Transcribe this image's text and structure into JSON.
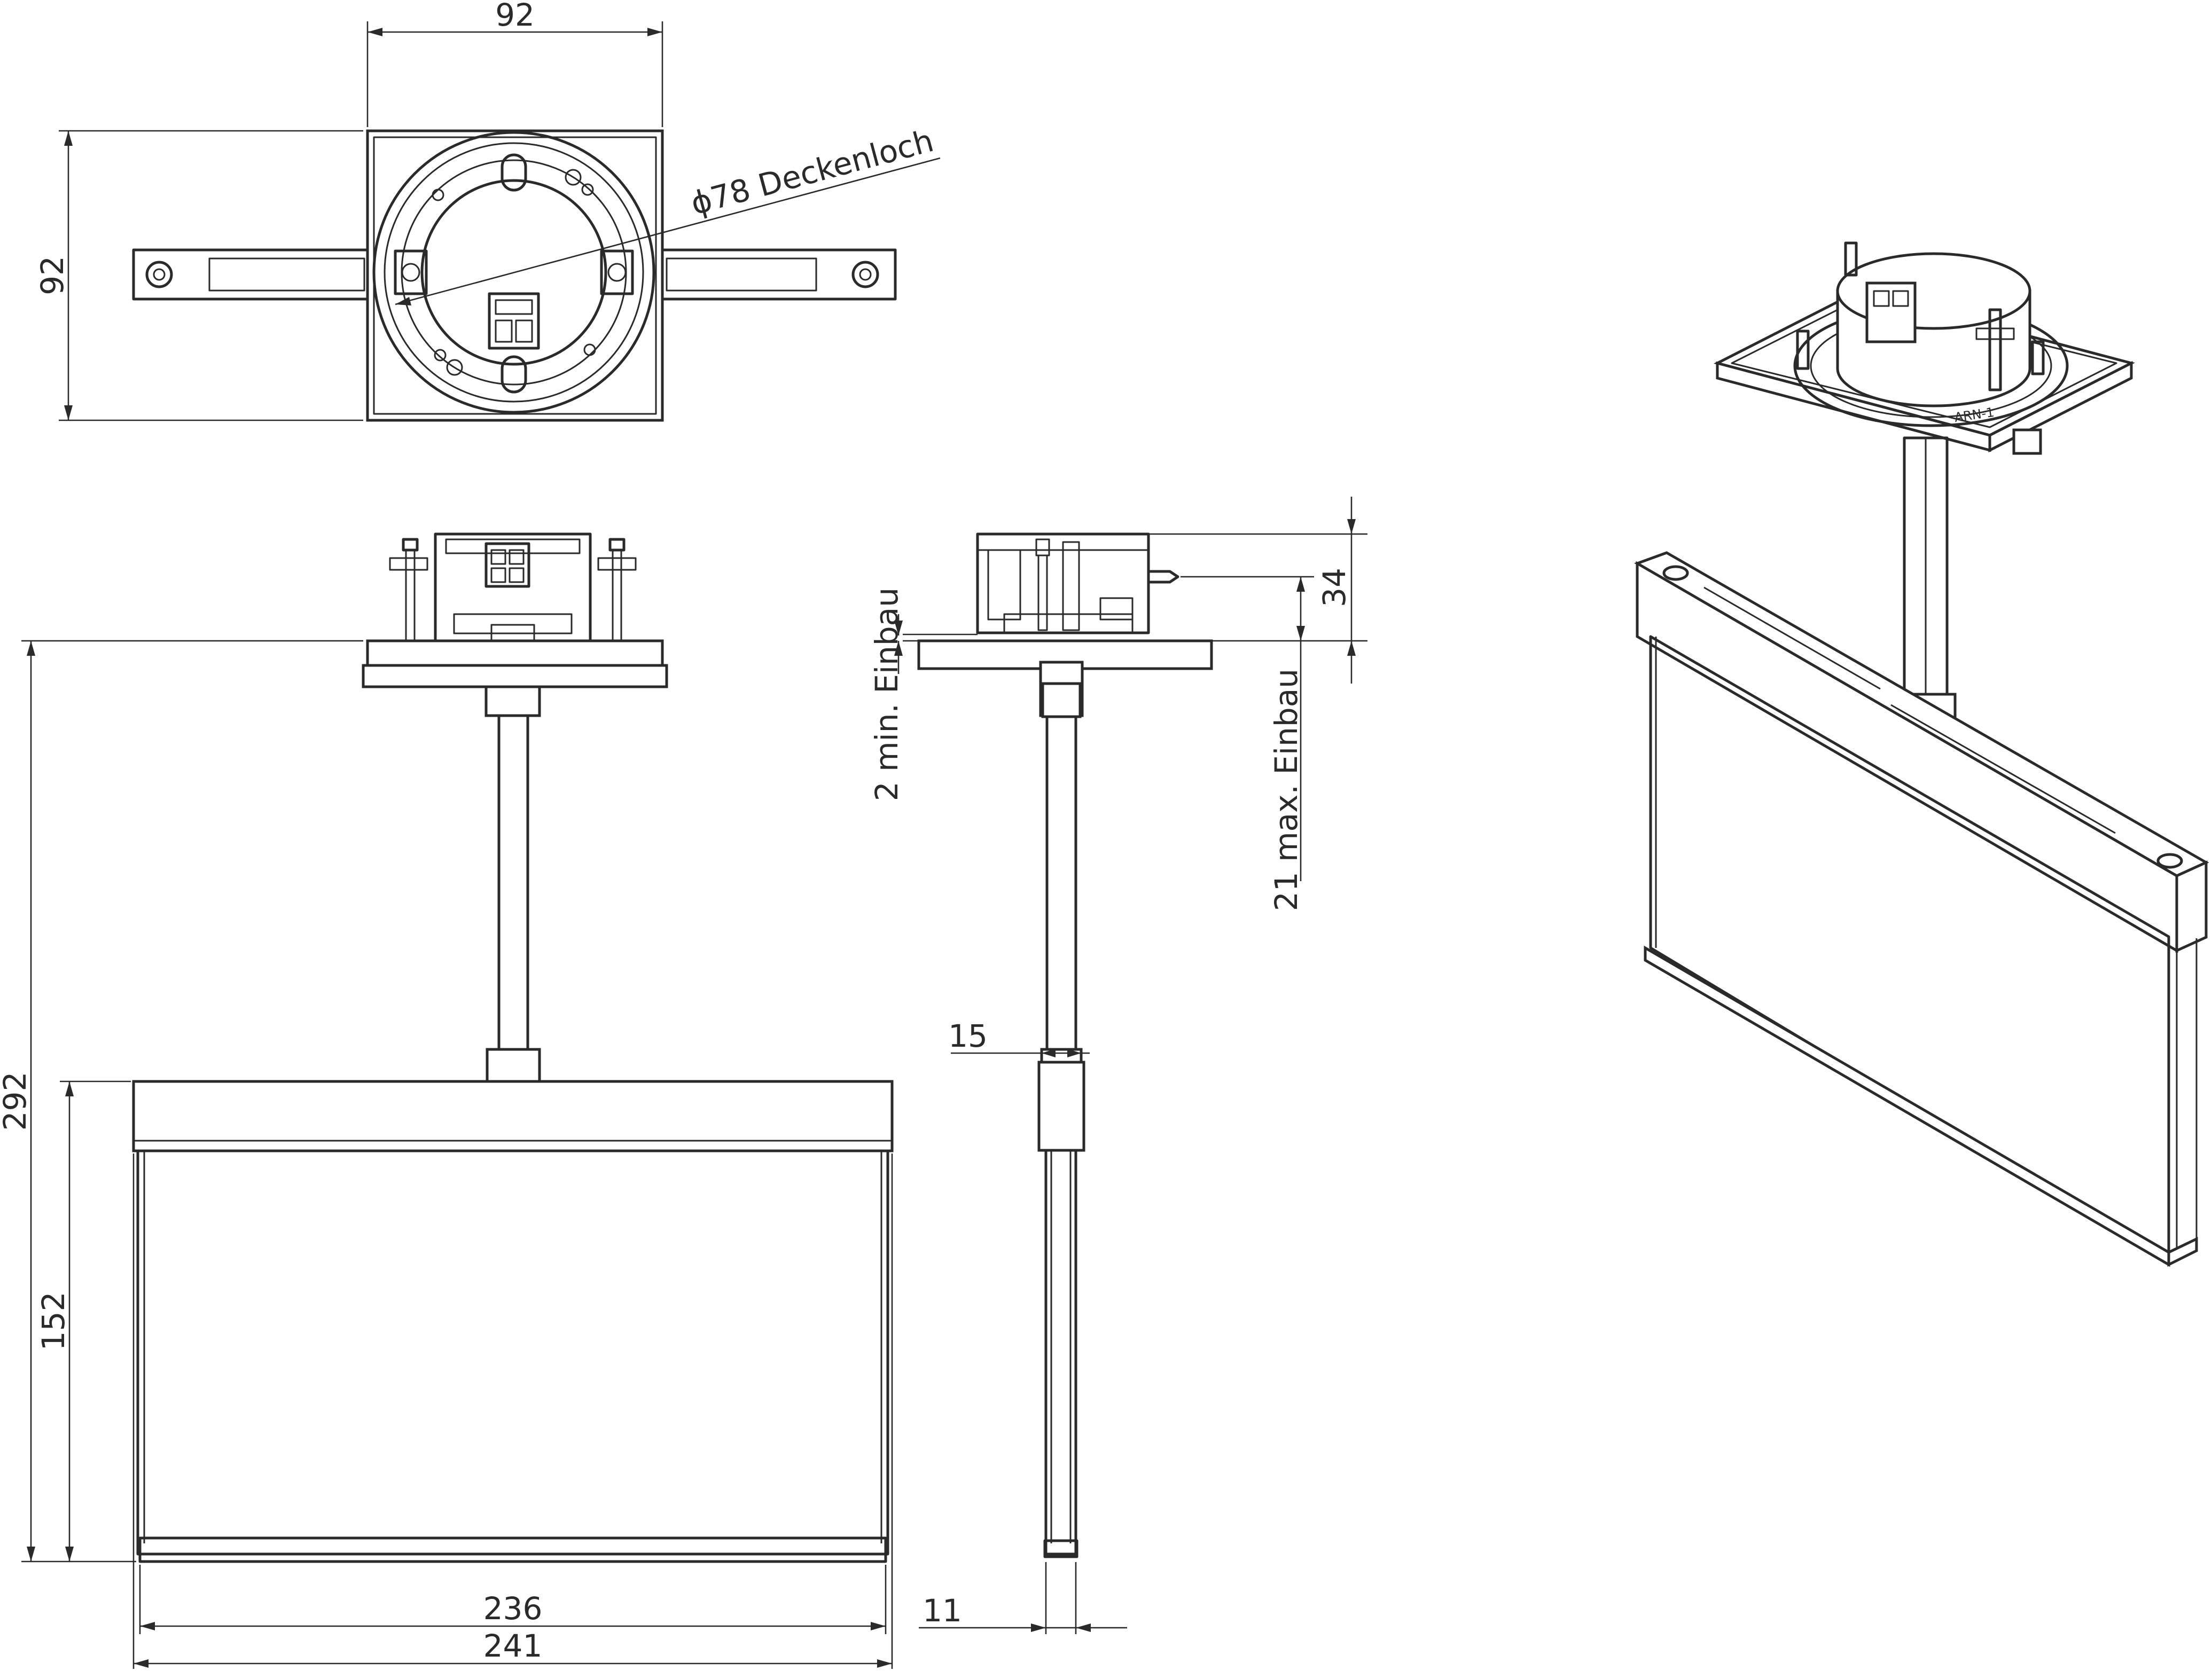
{
  "dimensions": {
    "top_width": "92",
    "top_height": "92",
    "ceiling_hole": "ϕ78 Deckenloch",
    "total_height": "292",
    "sign_height": "152",
    "sign_inner_width": "236",
    "sign_outer_width": "241",
    "min_install": "2 min. Einbau",
    "max_install": "21 max. Einbau",
    "housing_depth": "34",
    "stem_width": "15",
    "panel_thickness": "11"
  },
  "ring_marking": "ARN-1"
}
